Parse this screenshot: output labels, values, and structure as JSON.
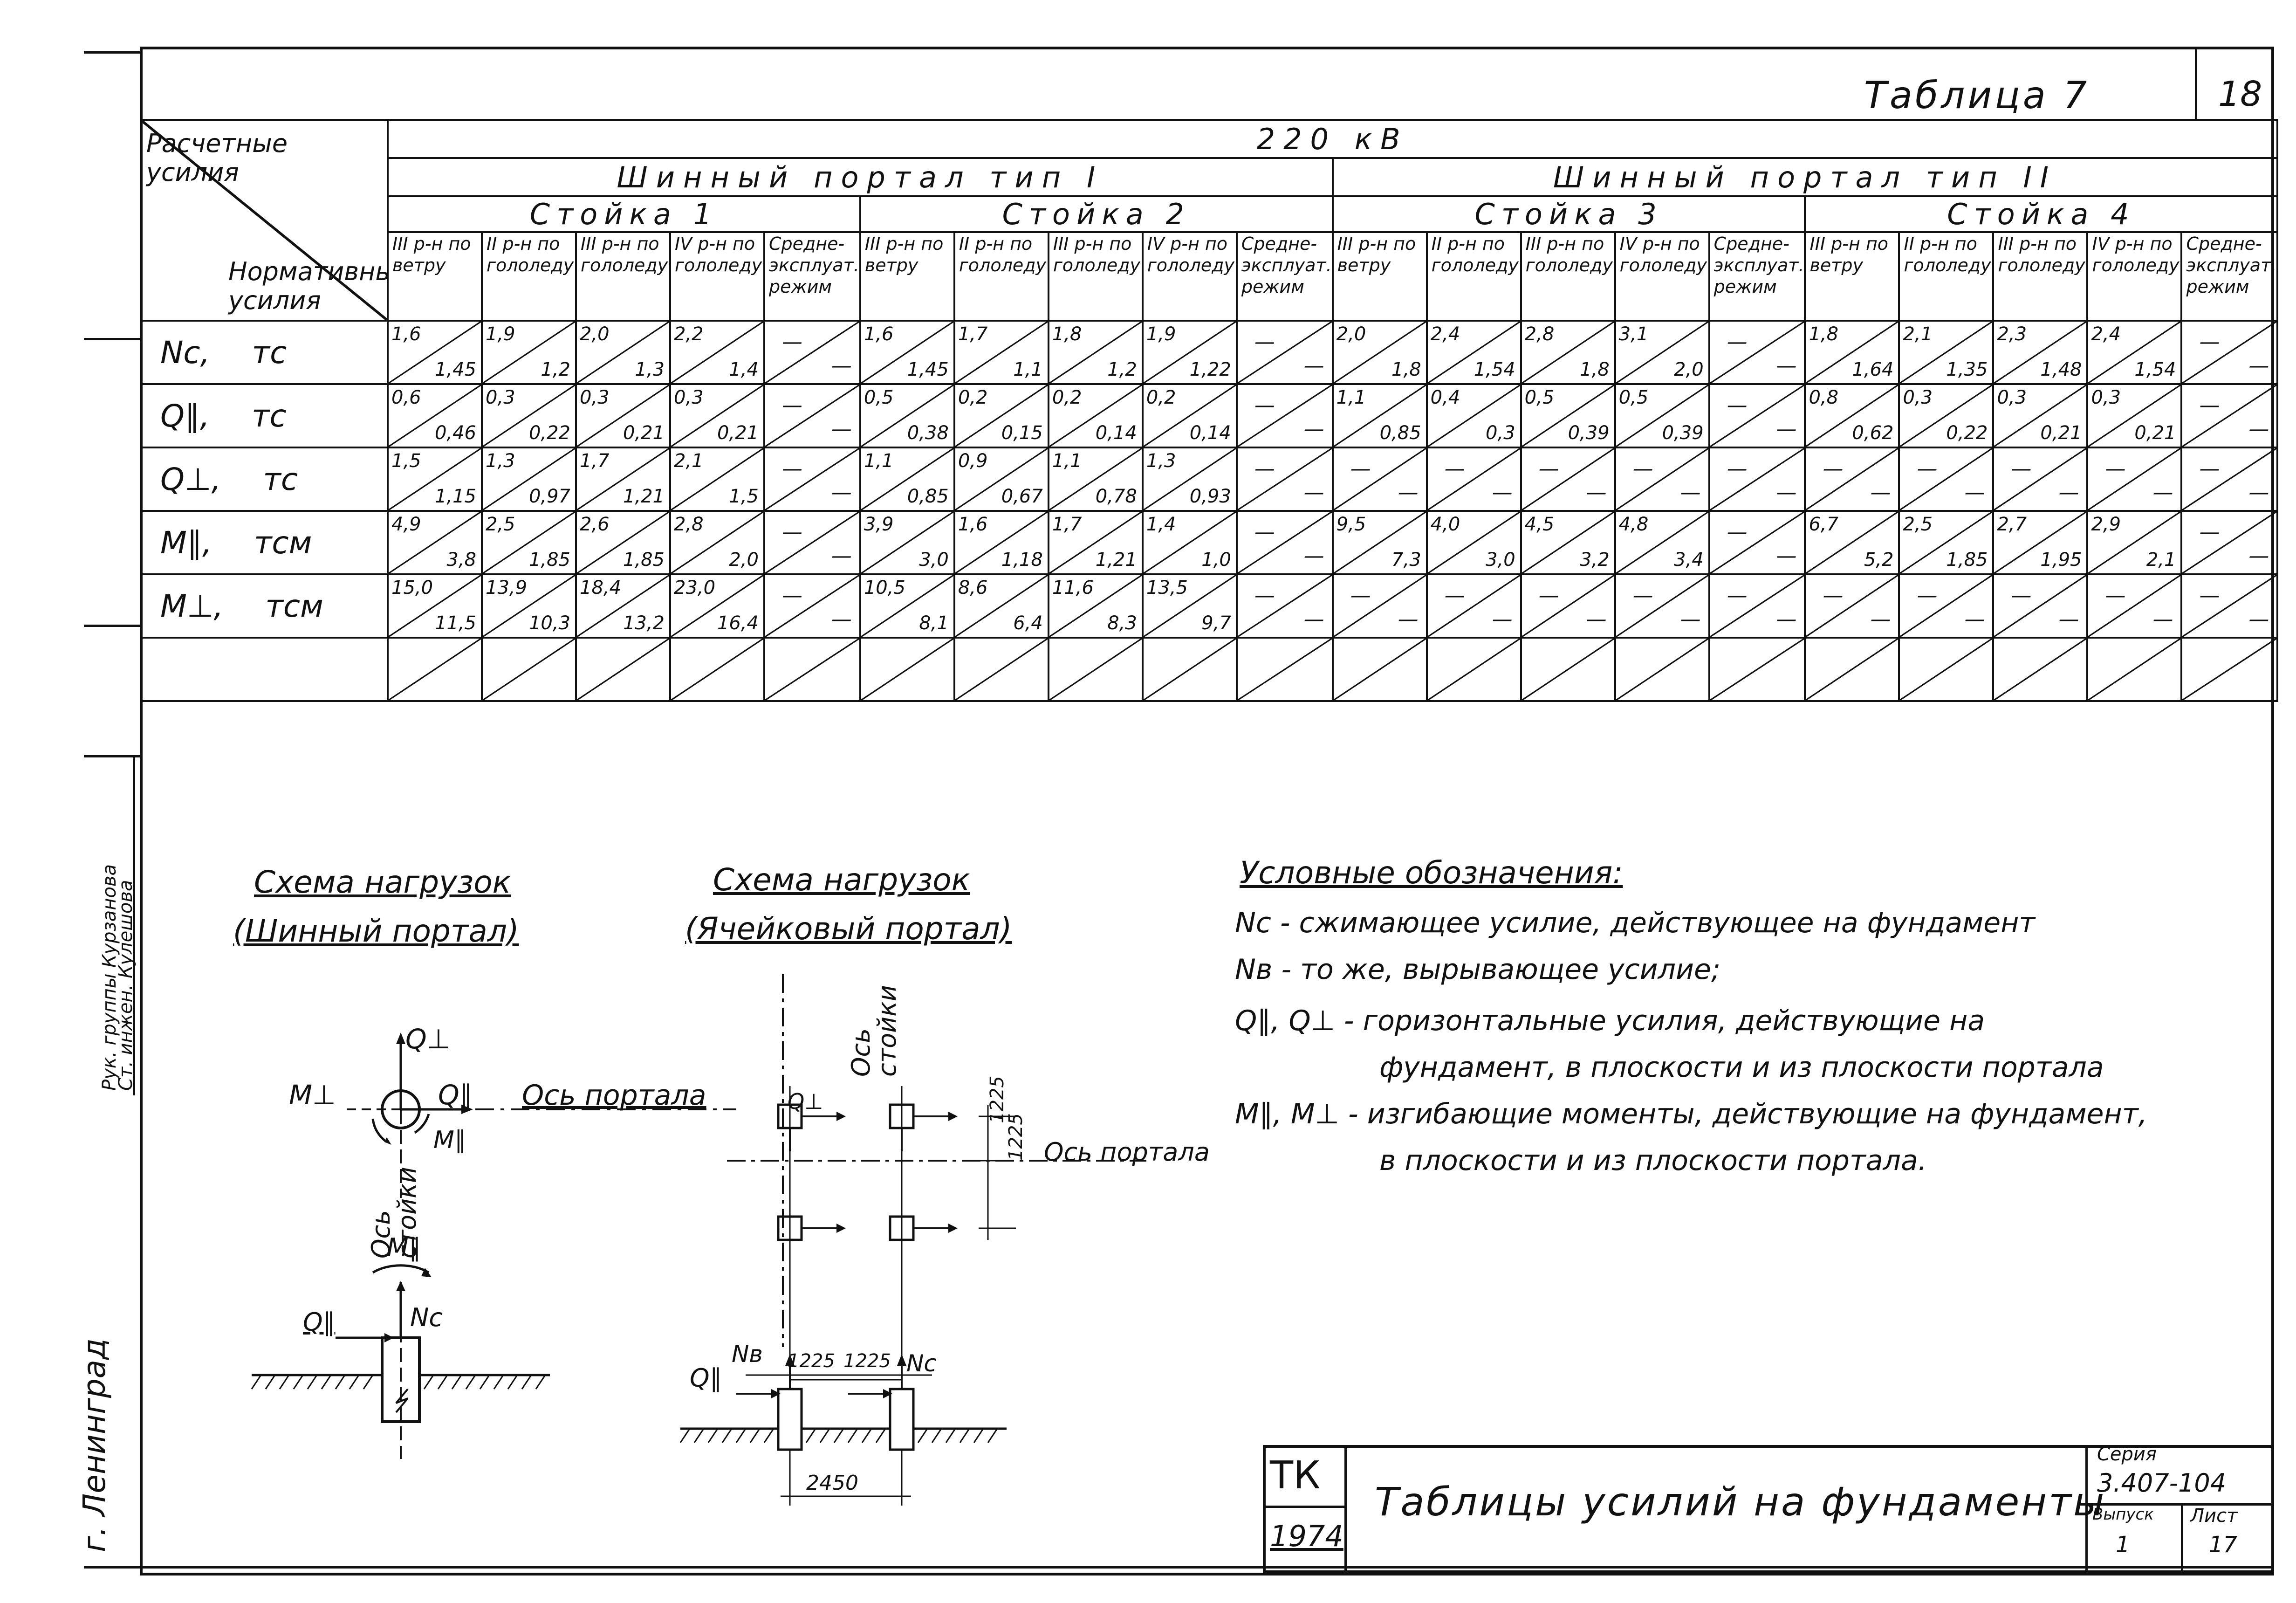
{
  "page": {
    "sheet_number": "18",
    "table_label": "Таблица 7"
  },
  "table": {
    "header_corner_top": "Расчетные усилия",
    "header_corner_bottom": "Нормативные усилия",
    "voltage": "220 кВ",
    "portal_1": "Шинный портал тип I",
    "portal_2": "Шинный портал тип II",
    "stands": [
      "Стойка 1",
      "Стойка 2",
      "Стойка 3",
      "Стойка 4"
    ],
    "column_headers": [
      "III р-н по ветру",
      "II р-н по гололеду",
      "III р-н по гололеду",
      "IV р-н по гололеду",
      "Средне-эксплуат. режим",
      "III р-н по ветру",
      "II р-н по гололеду",
      "III р-н по гололеду",
      "IV р-н по гололеду",
      "Средне-эксплуат. режим",
      "III р-н по ветру",
      "II р-н по гололеду",
      "III р-н по гололеду",
      "IV р-н по гололеду",
      "Средне-эксплуат. режим",
      "III р-н по ветру",
      "II р-н по гололеду",
      "III р-н по гололеду",
      "IV р-н по гололеду",
      "Средне-эксплуат. режим"
    ],
    "rows": [
      {
        "label": "Nс,",
        "unit": "тс",
        "cells": [
          [
            "1,6",
            "1,45"
          ],
          [
            "1,9",
            "1,2"
          ],
          [
            "2,0",
            "1,3"
          ],
          [
            "2,2",
            "1,4"
          ],
          [
            "—",
            "—"
          ],
          [
            "1,6",
            "1,45"
          ],
          [
            "1,7",
            "1,1"
          ],
          [
            "1,8",
            "1,2"
          ],
          [
            "1,9",
            "1,22"
          ],
          [
            "—",
            "—"
          ],
          [
            "2,0",
            "1,8"
          ],
          [
            "2,4",
            "1,54"
          ],
          [
            "2,8",
            "1,8"
          ],
          [
            "3,1",
            "2,0"
          ],
          [
            "—",
            "—"
          ],
          [
            "1,8",
            "1,64"
          ],
          [
            "2,1",
            "1,35"
          ],
          [
            "2,3",
            "1,48"
          ],
          [
            "2,4",
            "1,54"
          ],
          [
            "—",
            "—"
          ]
        ]
      },
      {
        "label": "Q∥,",
        "unit": "тс",
        "cells": [
          [
            "0,6",
            "0,46"
          ],
          [
            "0,3",
            "0,22"
          ],
          [
            "0,3",
            "0,21"
          ],
          [
            "0,3",
            "0,21"
          ],
          [
            "—",
            "—"
          ],
          [
            "0,5",
            "0,38"
          ],
          [
            "0,2",
            "0,15"
          ],
          [
            "0,2",
            "0,14"
          ],
          [
            "0,2",
            "0,14"
          ],
          [
            "—",
            "—"
          ],
          [
            "1,1",
            "0,85"
          ],
          [
            "0,4",
            "0,3"
          ],
          [
            "0,5",
            "0,39"
          ],
          [
            "0,5",
            "0,39"
          ],
          [
            "—",
            "—"
          ],
          [
            "0,8",
            "0,62"
          ],
          [
            "0,3",
            "0,22"
          ],
          [
            "0,3",
            "0,21"
          ],
          [
            "0,3",
            "0,21"
          ],
          [
            "—",
            "—"
          ]
        ]
      },
      {
        "label": "Q⊥,",
        "unit": "тс",
        "cells": [
          [
            "1,5",
            "1,15"
          ],
          [
            "1,3",
            "0,97"
          ],
          [
            "1,7",
            "1,21"
          ],
          [
            "2,1",
            "1,5"
          ],
          [
            "—",
            "—"
          ],
          [
            "1,1",
            "0,85"
          ],
          [
            "0,9",
            "0,67"
          ],
          [
            "1,1",
            "0,78"
          ],
          [
            "1,3",
            "0,93"
          ],
          [
            "—",
            "—"
          ],
          [
            "—",
            "—"
          ],
          [
            "—",
            "—"
          ],
          [
            "—",
            "—"
          ],
          [
            "—",
            "—"
          ],
          [
            "—",
            "—"
          ],
          [
            "—",
            "—"
          ],
          [
            "—",
            "—"
          ],
          [
            "—",
            "—"
          ],
          [
            "—",
            "—"
          ],
          [
            "—",
            "—"
          ]
        ]
      },
      {
        "label": "M∥,",
        "unit": "тсм",
        "cells": [
          [
            "4,9",
            "3,8"
          ],
          [
            "2,5",
            "1,85"
          ],
          [
            "2,6",
            "1,85"
          ],
          [
            "2,8",
            "2,0"
          ],
          [
            "—",
            "—"
          ],
          [
            "3,9",
            "3,0"
          ],
          [
            "1,6",
            "1,18"
          ],
          [
            "1,7",
            "1,21"
          ],
          [
            "1,4",
            "1,0"
          ],
          [
            "—",
            "—"
          ],
          [
            "9,5",
            "7,3"
          ],
          [
            "4,0",
            "3,0"
          ],
          [
            "4,5",
            "3,2"
          ],
          [
            "4,8",
            "3,4"
          ],
          [
            "—",
            "—"
          ],
          [
            "6,7",
            "5,2"
          ],
          [
            "2,5",
            "1,85"
          ],
          [
            "2,7",
            "1,95"
          ],
          [
            "2,9",
            "2,1"
          ],
          [
            "—",
            "—"
          ]
        ]
      },
      {
        "label": "M⊥,",
        "unit": "тсм",
        "cells": [
          [
            "15,0",
            "11,5"
          ],
          [
            "13,9",
            "10,3"
          ],
          [
            "18,4",
            "13,2"
          ],
          [
            "23,0",
            "16,4"
          ],
          [
            "—",
            "—"
          ],
          [
            "10,5",
            "8,1"
          ],
          [
            "8,6",
            "6,4"
          ],
          [
            "11,6",
            "8,3"
          ],
          [
            "13,5",
            "9,7"
          ],
          [
            "—",
            "—"
          ],
          [
            "—",
            "—"
          ],
          [
            "—",
            "—"
          ],
          [
            "—",
            "—"
          ],
          [
            "—",
            "—"
          ],
          [
            "—",
            "—"
          ],
          [
            "—",
            "—"
          ],
          [
            "—",
            "—"
          ],
          [
            "—",
            "—"
          ],
          [
            "—",
            "—"
          ],
          [
            "—",
            "—"
          ]
        ]
      }
    ]
  },
  "scheme1": {
    "title_1": "Схема нагрузок",
    "title_2": "(Шинный портал)",
    "q_perp": "Q⊥",
    "q_par": "Q∥",
    "m_perp": "M⊥",
    "m_par": "M∥",
    "axis_portal": "Ось портала",
    "axis_stand": "Ось стойки",
    "m_par_2": "M∥",
    "q_par_2": "Q∥",
    "nc": "Nc"
  },
  "scheme2": {
    "title_1": "Схема нагрузок",
    "title_2": "(Ячейковый портал)",
    "axis_stand": "Ось стойки",
    "axis_portal": "Ось портала",
    "dim_1225a": "1225",
    "dim_1225b": "1225",
    "dim_1225c": "1225",
    "dim_1225d": "1225",
    "dim_2450": "2450",
    "q_par": "Q∥",
    "q_perp": "Q⊥",
    "nb": "Nв",
    "nc": "Nc"
  },
  "legend": {
    "title": "Условные обозначения:",
    "lines": [
      "Nс  - сжимающее усилие, действующее на фундамент",
      "Nв  - то же, вырывающее усилие;",
      "Q∥, Q⊥ - горизонтальные усилия, действующие на",
      "фундамент, в плоскости и из плоскости портала",
      "M∥, M⊥ - изгибающие моменты, действующие на фундамент,",
      "в плоскости и из плоскости портала."
    ]
  },
  "title_block": {
    "org": "ТК",
    "year": "1974",
    "title": "Таблицы усилий на фундаменты",
    "series_label": "Серия",
    "series": "3.407-104",
    "issue_label": "Выпуск",
    "issue": "1",
    "sheet_label": "Лист",
    "sheet": "17"
  },
  "margin": {
    "city": "г. Ленинград",
    "row1": "Рук. группы Курзанова",
    "row2": "Ст. инжен. Кулешова"
  }
}
